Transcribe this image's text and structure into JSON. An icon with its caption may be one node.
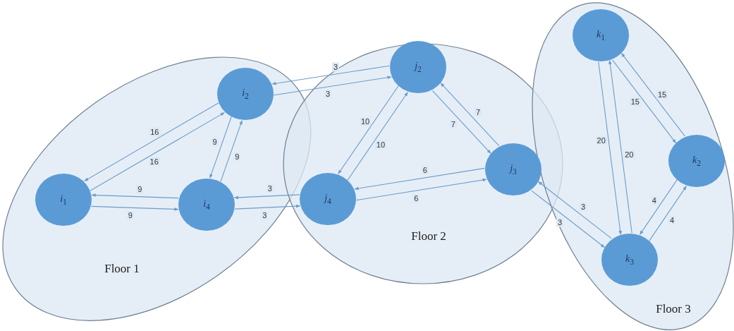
{
  "diagram": {
    "nodes": [
      {
        "text": [
          "Floor 1"
        ]
      },
      {
        "text": [
          "*i*$_{1}$"
        ],
        "in": 0
      },
      {
        "text": [
          "*i*$_{2}$"
        ],
        "in": 0
      },
      {
        "text": [
          "*i*$_{4}$"
        ],
        "in": 0
      },
      {
        "text": [
          "Floor 2"
        ]
      },
      {
        "text": [
          "*j*$_{2}$"
        ],
        "in": 4
      },
      {
        "text": [
          "*j*$_{3}$"
        ],
        "in": 4
      },
      {
        "text": [
          "*j*$_{4}$"
        ],
        "in": 4
      },
      {
        "text": [
          "Floor 3"
        ]
      },
      {
        "text": [
          "*k*$_{1}$"
        ],
        "in": 8
      },
      {
        "text": [
          "*k*$_{2}$"
        ],
        "in": 8
      },
      {
        "text": [
          "*k*$_{3}$"
        ],
        "in": 8
      }
    ],
    "edges": [
      {
        "from": 1,
        "to": 3,
        "arrow": "to",
        "label": "9"
      },
      {
        "from": 3,
        "to": 1,
        "arrow": "to",
        "label": "9"
      },
      {
        "from": 2,
        "to": 1,
        "arrow": "to",
        "label": "16"
      },
      {
        "from": 1,
        "to": 2,
        "arrow": "to",
        "label": "16"
      },
      {
        "from": 3,
        "to": 2,
        "arrow": "to",
        "label": "9"
      },
      {
        "from": 2,
        "to": 3,
        "arrow": "to",
        "label": "9"
      },
      {
        "from": 3,
        "to": 7,
        "arrow": "to",
        "label": "3"
      },
      {
        "from": 7,
        "to": 3,
        "arrow": "to",
        "label": "3"
      },
      {
        "from": 2,
        "to": 5,
        "arrow": "to",
        "label": "3"
      },
      {
        "from": 5,
        "to": 2,
        "arrow": "to",
        "label": "3"
      },
      {
        "from": 5,
        "to": 7,
        "arrow": "to",
        "label": "10"
      },
      {
        "from": 7,
        "to": 5,
        "arrow": "to",
        "label": "10"
      },
      {
        "from": 5,
        "to": 6,
        "arrow": "to",
        "label": "7"
      },
      {
        "from": 6,
        "to": 5,
        "arrow": "to",
        "label": "7"
      },
      {
        "from": 7,
        "to": 6,
        "arrow": "to",
        "label": "6"
      },
      {
        "from": 6,
        "to": 7,
        "arrow": "to",
        "label": "6"
      },
      {
        "from": 6,
        "to": 11,
        "arrow": "to",
        "label": "3"
      },
      {
        "from": 11,
        "to": 6,
        "arrow": "to",
        "label": "3"
      },
      {
        "from": 9,
        "to": 11,
        "arrow": "to",
        "label": "20"
      },
      {
        "from": 11,
        "to": 9,
        "arrow": "to",
        "label": "20"
      },
      {
        "from": 9,
        "to": 10,
        "arrow": "to",
        "label": "15"
      },
      {
        "from": 10,
        "to": 9,
        "arrow": "to",
        "label": "15"
      },
      {
        "from": 10,
        "to": 11,
        "arrow": "to",
        "label": "4"
      },
      {
        "from": 11,
        "to": 10,
        "arrow": "to",
        "label": "4"
      }
    ]
  }
}
